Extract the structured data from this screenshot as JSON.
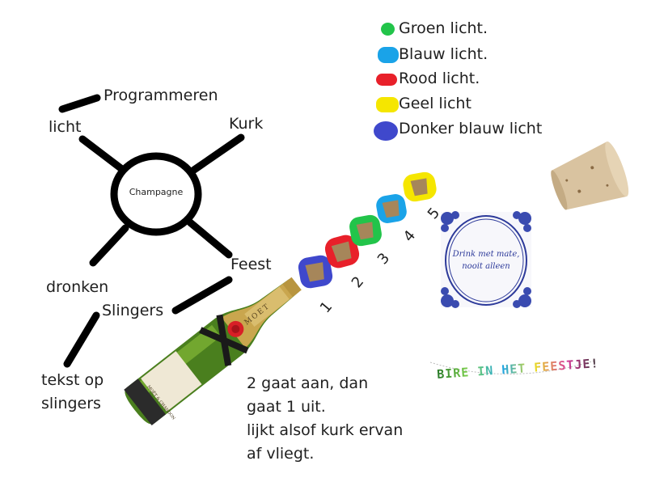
{
  "mindmap": {
    "center": "Champagne",
    "nodes": {
      "programmeren": "Programmeren",
      "licht": "licht",
      "kurk": "Kurk",
      "feest": "Feest",
      "dronken": "dronken",
      "slingers": "Slingers",
      "tekst_op_slingers_line1": "tekst op",
      "tekst_op_slingers_line2": "slingers"
    }
  },
  "legend": [
    {
      "label": "Groen licht.",
      "color": "#22c44a"
    },
    {
      "label": "Blauw licht.",
      "color": "#1aa3e8"
    },
    {
      "label": "Rood licht.",
      "color": "#e8202a"
    },
    {
      "label": "Geel licht",
      "color": "#f5e600"
    },
    {
      "label": "Donker blauw licht",
      "color": "#3f48cc"
    }
  ],
  "cork_sequence": {
    "steps": [
      {
        "number": "1",
        "color": "#3f48cc"
      },
      {
        "number": "2",
        "color": "#e8202a"
      },
      {
        "number": "3",
        "color": "#22c44a"
      },
      {
        "number": "4",
        "color": "#1aa3e8"
      },
      {
        "number": "5",
        "color": "#f5e600"
      }
    ]
  },
  "bottle": {
    "neck_label": "MOET",
    "body_label": "MOËT & CHANDON"
  },
  "tile": {
    "line1": "Drink met mate,",
    "line2": "nooit alleen"
  },
  "banner": {
    "text": "BIRE IN HET FEESTJE!"
  },
  "note": {
    "lines": [
      "2 gaat aan, dan",
      "gaat 1 uit.",
      "lijkt alsof kurk ervan",
      "af vliegt."
    ]
  }
}
